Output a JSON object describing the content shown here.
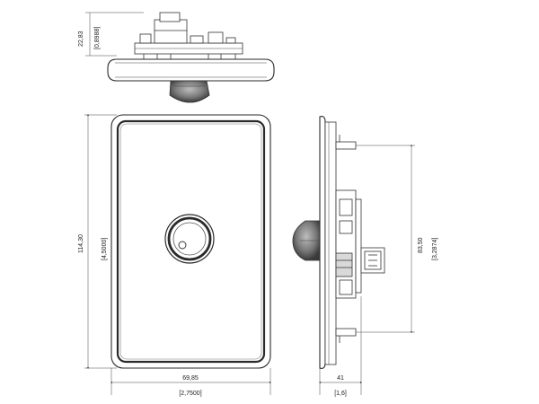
{
  "dimensions": {
    "top_height_mm": "22,83",
    "top_height_in": "[0,8988]",
    "front_height_mm": "114,30",
    "front_height_in": "[4,5000]",
    "front_width_mm": "69,85",
    "front_width_in": "[2,7500]",
    "side_height_mm": "83,50",
    "side_height_in": "[3,2874]",
    "side_depth_mm": "41",
    "side_depth_in": "[1,6]"
  },
  "colors": {
    "line": "#333333",
    "knob_dark": "#3a3a3a",
    "knob_mid": "#8a8a8a",
    "background": "#ffffff"
  }
}
